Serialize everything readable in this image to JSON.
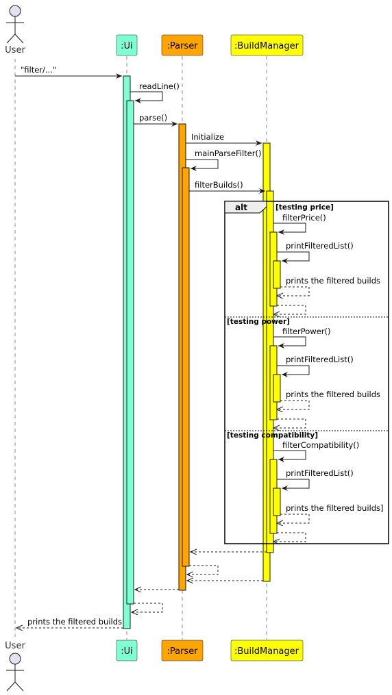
{
  "colors": {
    "ui": "#7fffd4",
    "parser": "#ffa500",
    "build_manager": "#ffff00",
    "actor_fill": "#e2e2f0",
    "line": "#181818"
  },
  "participants": {
    "user": "User",
    "ui": ":Ui",
    "parser": ":Parser",
    "build_manager": ":BuildManager"
  },
  "messages": {
    "m1": "\"filter/...\"",
    "m2": "readLine()",
    "m3": "parse()",
    "m4": "Initialize",
    "m5": "mainParseFilter()",
    "m6": "filterBuilds()",
    "m7": "filterPrice()",
    "m8": "printFilteredList()",
    "m9": "prints the filtered builds",
    "m10": "filterPower()",
    "m11": "printFilteredList()",
    "m12": "prints the filtered builds",
    "m13": "filterCompatibility()",
    "m14": "printFilteredList()",
    "m15": "prints the filtered builds]",
    "m16": "prints the filtered builds"
  },
  "alt_fragment": {
    "keyword": "alt",
    "guard1": "[testing price]",
    "guard2": "[testing power]",
    "guard3": "[testing compatibility]"
  }
}
